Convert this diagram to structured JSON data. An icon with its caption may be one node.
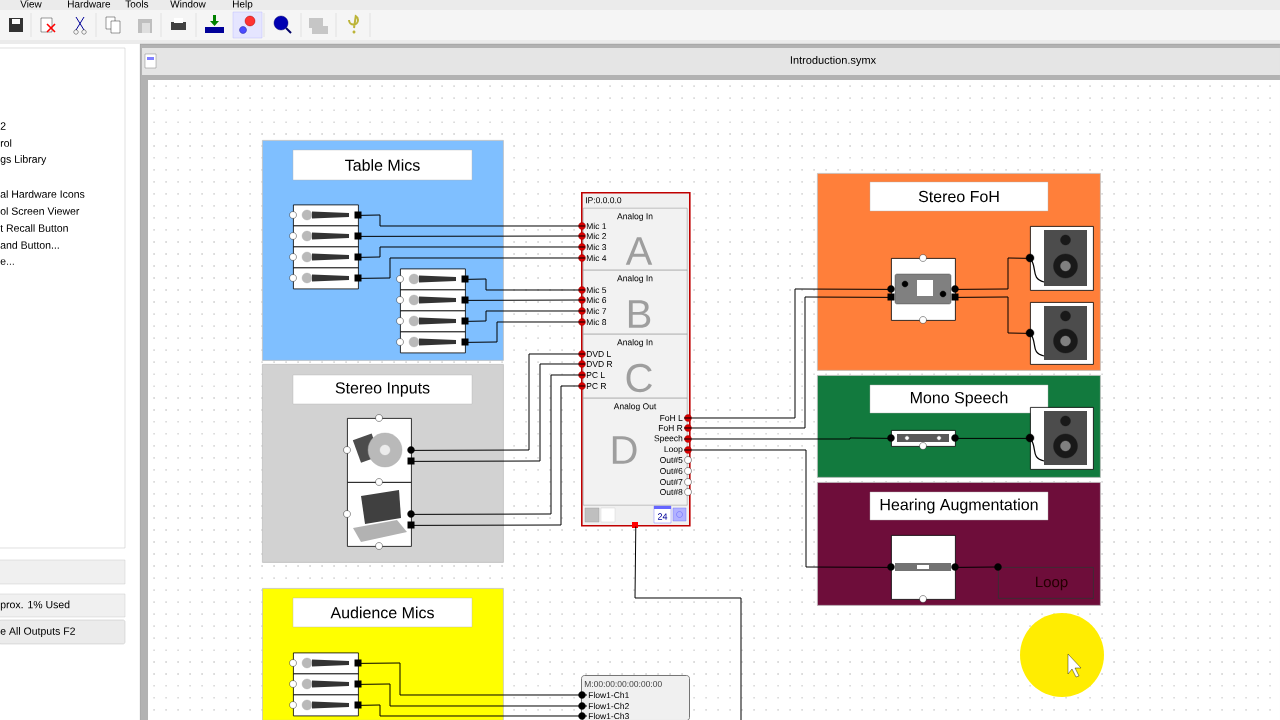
{
  "diagram": {
    "nodes": [
      {
        "text": [
          "Table Mics"
        ]
      },
      {
        "text": [],
        "shape": "picture",
        "in": 0
      },
      {
        "text": [],
        "shape": "picture",
        "in": 0
      },
      {
        "text": [],
        "shape": "picture",
        "in": 0
      },
      {
        "text": [],
        "shape": "picture",
        "in": 0
      },
      {
        "text": [],
        "shape": "picture",
        "in": 0
      },
      {
        "text": [],
        "shape": "picture",
        "in": 0
      },
      {
        "text": [],
        "shape": "picture",
        "in": 0
      },
      {
        "text": [],
        "shape": "picture",
        "in": 0
      },
      {
        "text": [
          "Stereo Inputs"
        ]
      },
      {
        "text": [],
        "shape": "picture",
        "in": 9
      },
      {
        "text": [],
        "shape": "picture",
        "in": 9
      },
      {
        "text": [
          "IP:0.0.0.0"
        ]
      },
      {
        "text": [
          "Analog In",
          "A"
        ],
        "in": 12
      },
      {
        "text": [
          "Mic 1"
        ],
        "in": 13
      },
      {
        "text": [
          "Mic 2"
        ],
        "in": 13
      },
      {
        "text": [
          "Mic 3"
        ],
        "in": 13
      },
      {
        "text": [
          "Mic 4"
        ],
        "in": 13
      },
      {
        "text": [
          "Analog In",
          "B"
        ],
        "in": 12
      },
      {
        "text": [
          "Mic 5"
        ],
        "in": 18
      },
      {
        "text": [
          "Mic 6"
        ],
        "in": 18
      },
      {
        "text": [
          "Mic 7"
        ],
        "in": 18
      },
      {
        "text": [
          "Mic 8"
        ],
        "in": 18
      },
      {
        "text": [
          "Analog In",
          "C"
        ],
        "in": 12
      },
      {
        "text": [
          "DVD L"
        ],
        "in": 23
      },
      {
        "text": [
          "DVD R"
        ],
        "in": 23
      },
      {
        "text": [
          "PC L"
        ],
        "in": 23
      },
      {
        "text": [
          "PC R"
        ],
        "in": 23
      },
      {
        "text": [
          "Analog Out",
          "D"
        ],
        "in": 12
      },
      {
        "text": [
          "FoH L"
        ],
        "in": 28
      },
      {
        "text": [
          "FoH R"
        ],
        "in": 28
      },
      {
        "text": [
          "Speech"
        ],
        "in": 28
      },
      {
        "text": [
          "Loop"
        ],
        "in": 28
      },
      {
        "text": [
          "Out#5"
        ],
        "in": 28
      },
      {
        "text": [
          "Out#6"
        ],
        "in": 28
      },
      {
        "text": [
          "Out#7"
        ],
        "in": 28
      },
      {
        "text": [
          "Out#8"
        ],
        "in": 28
      },
      {
        "text": [
          "Stereo FoH"
        ]
      },
      {
        "text": [],
        "shape": "picture",
        "in": 37
      },
      {
        "text": [],
        "shape": "picture",
        "in": 37
      },
      {
        "text": [],
        "shape": "picture",
        "in": 37
      },
      {
        "text": [
          "Mono Speech"
        ]
      },
      {
        "text": [],
        "shape": "picture",
        "in": 41
      },
      {
        "text": [],
        "shape": "picture",
        "in": 41
      },
      {
        "text": [
          "Hearing Augmentation"
        ]
      },
      {
        "text": [],
        "shape": "picture",
        "in": 44
      },
      {
        "text": [
          "Loop"
        ],
        "in": 44
      },
      {
        "text": [
          "Audience Mics"
        ]
      },
      {
        "text": [],
        "shape": "picture",
        "in": 47
      },
      {
        "text": [],
        "shape": "picture",
        "in": 47
      },
      {
        "text": [],
        "shape": "picture",
        "in": 47
      },
      {
        "text": [
          "M:00:00:00:00:00:00"
        ]
      },
      {
        "text": [
          "Flow1-Ch1"
        ],
        "in": 51
      },
      {
        "text": [
          "Flow1-Ch2"
        ],
        "in": 51
      },
      {
        "text": [
          "Flow1-Ch3"
        ],
        "in": 51
      }
    ],
    "edges": [
      {
        "from": 1,
        "to": 14,
        "arrow": "none"
      },
      {
        "from": 2,
        "to": 15,
        "arrow": "none"
      },
      {
        "from": 3,
        "to": 16,
        "arrow": "none"
      },
      {
        "from": 4,
        "to": 17,
        "arrow": "none"
      },
      {
        "from": 5,
        "to": 19,
        "arrow": "none"
      },
      {
        "from": 6,
        "to": 20,
        "arrow": "none"
      },
      {
        "from": 7,
        "to": 21,
        "arrow": "none"
      },
      {
        "from": 8,
        "to": 22,
        "arrow": "none"
      },
      {
        "from": 10,
        "to": 24,
        "arrow": "none"
      },
      {
        "from": 10,
        "to": 25,
        "arrow": "none"
      },
      {
        "from": 11,
        "to": 26,
        "arrow": "none"
      },
      {
        "from": 11,
        "to": 27,
        "arrow": "none"
      },
      {
        "from": 29,
        "to": 38,
        "arrow": "none"
      },
      {
        "from": 30,
        "to": 38,
        "arrow": "none"
      },
      {
        "from": 38,
        "to": 39,
        "arrow": "none"
      },
      {
        "from": 38,
        "to": 40,
        "arrow": "none"
      },
      {
        "from": 31,
        "to": 42,
        "arrow": "none"
      },
      {
        "from": 42,
        "to": 43,
        "arrow": "none"
      },
      {
        "from": 32,
        "to": 45,
        "arrow": "none"
      },
      {
        "from": 45,
        "to": 46,
        "arrow": "none"
      },
      {
        "from": 12,
        "to": null,
        "arrow": "none"
      },
      {
        "from": 48,
        "to": 52,
        "arrow": "none"
      },
      {
        "from": 49,
        "to": 53,
        "arrow": "none"
      },
      {
        "from": 50,
        "to": 54,
        "arrow": "none"
      }
    ],
    "labels": [
      "View",
      "Hardware",
      "Tools",
      "Window",
      "Help",
      "2",
      "rol",
      "gs Library",
      "al Hardware Icons",
      "ol Screen Viewer",
      "t Recall Button",
      "and Button...",
      "e...",
      "prox. 1% Used",
      "e All Outputs F2",
      "Introduction.symx",
      "24"
    ]
  }
}
